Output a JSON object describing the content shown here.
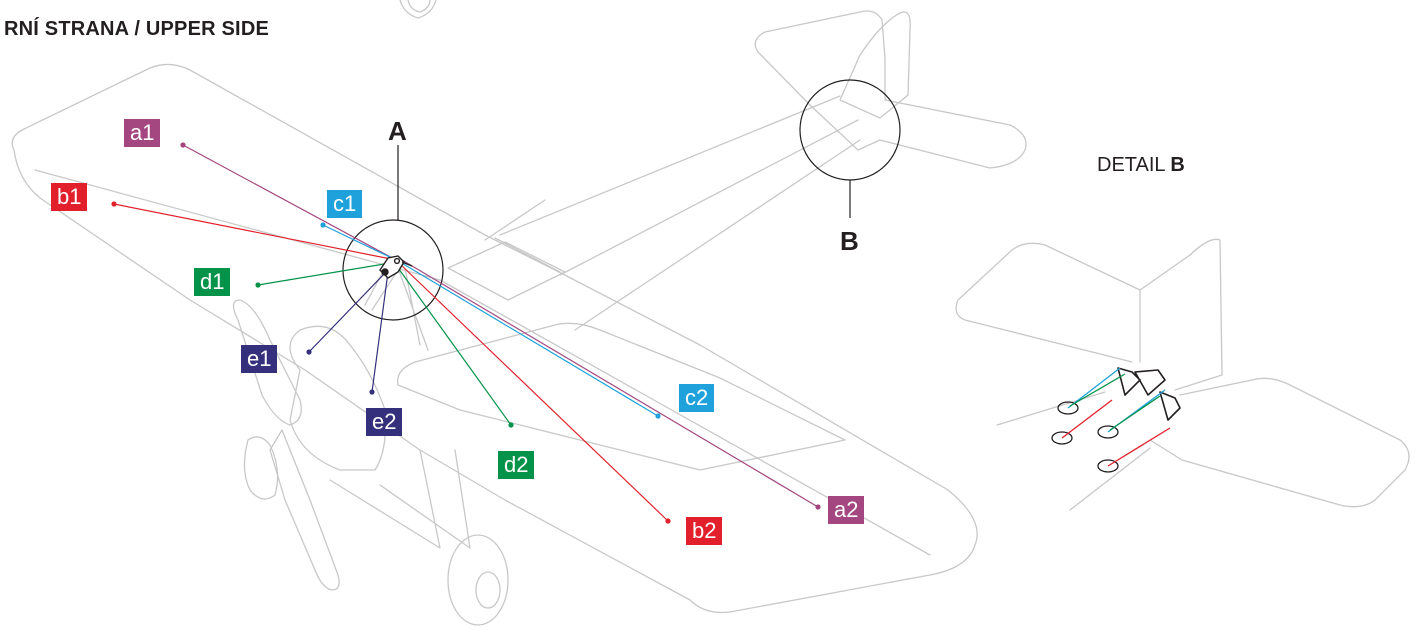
{
  "header": {
    "title": "RNÍ STRANA  /  UPPER SIDE"
  },
  "callouts": {
    "detail_a": "A",
    "detail_b": "B"
  },
  "detail_view": {
    "prefix": "DETAIL ",
    "letter": "B"
  },
  "colors": {
    "a": "#a4467f",
    "b": "#e2202b",
    "c": "#1fa1dc",
    "d": "#059349",
    "e": "#34307c",
    "outline": "#c8c8c8",
    "ink": "#231f20"
  },
  "rigging_labels": [
    {
      "id": "a1",
      "text": "a1",
      "color": "#a4467f"
    },
    {
      "id": "b1",
      "text": "b1",
      "color": "#e2202b"
    },
    {
      "id": "c1",
      "text": "c1",
      "color": "#1fa1dc"
    },
    {
      "id": "d1",
      "text": "d1",
      "color": "#059349"
    },
    {
      "id": "e1",
      "text": "e1",
      "color": "#34307c"
    },
    {
      "id": "e2",
      "text": "e2",
      "color": "#34307c"
    },
    {
      "id": "d2",
      "text": "d2",
      "color": "#059349"
    },
    {
      "id": "c2",
      "text": "c2",
      "color": "#1fa1dc"
    },
    {
      "id": "b2",
      "text": "b2",
      "color": "#e2202b"
    },
    {
      "id": "a2",
      "text": "a2",
      "color": "#a4467f"
    }
  ]
}
